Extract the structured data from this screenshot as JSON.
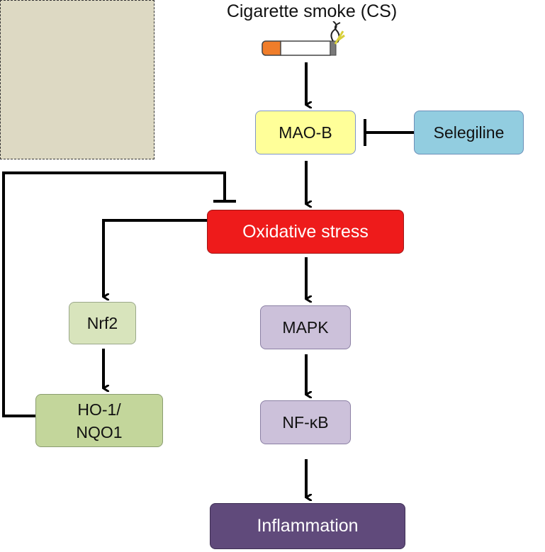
{
  "title": "Cigarette smoke (CS)",
  "nodes": {
    "mao_b": "MAO-B",
    "selegiline": "Selegiline",
    "oxidative_stress": "Oxidative stress",
    "nrf2": "Nrf2",
    "ho1_line1": "HO-1/",
    "ho1_line2": "NQO1",
    "mapk": "MAPK",
    "nfkb": "NF-κB",
    "inflammation": "Inflammation"
  },
  "colors": {
    "mao_b": "#ffff99",
    "selegiline": "#92cde0",
    "oxidative_stress": "#ee1b1b",
    "nrf2": "#d8e4bc",
    "ho1": "#c3d69b",
    "mapk_nfkb": "#ccc1da",
    "inflammation": "#604a7b",
    "cascade_box": "#ddd9c3"
  },
  "edges": [
    {
      "from": "cigarette",
      "to": "mao_b",
      "type": "activation"
    },
    {
      "from": "selegiline",
      "to": "mao_b",
      "type": "inhibition"
    },
    {
      "from": "mao_b",
      "to": "oxidative_stress",
      "type": "activation"
    },
    {
      "from": "oxidative_stress",
      "to": "nrf2",
      "type": "activation"
    },
    {
      "from": "nrf2",
      "to": "ho1",
      "type": "activation"
    },
    {
      "from": "ho1",
      "to": "oxidative_stress",
      "type": "inhibition"
    },
    {
      "from": "oxidative_stress",
      "to": "mapk",
      "type": "activation"
    },
    {
      "from": "mapk",
      "to": "nfkb",
      "type": "activation"
    },
    {
      "from": "nfkb",
      "to": "inflammation",
      "type": "activation"
    }
  ],
  "icons": [
    "cigarette-icon"
  ]
}
